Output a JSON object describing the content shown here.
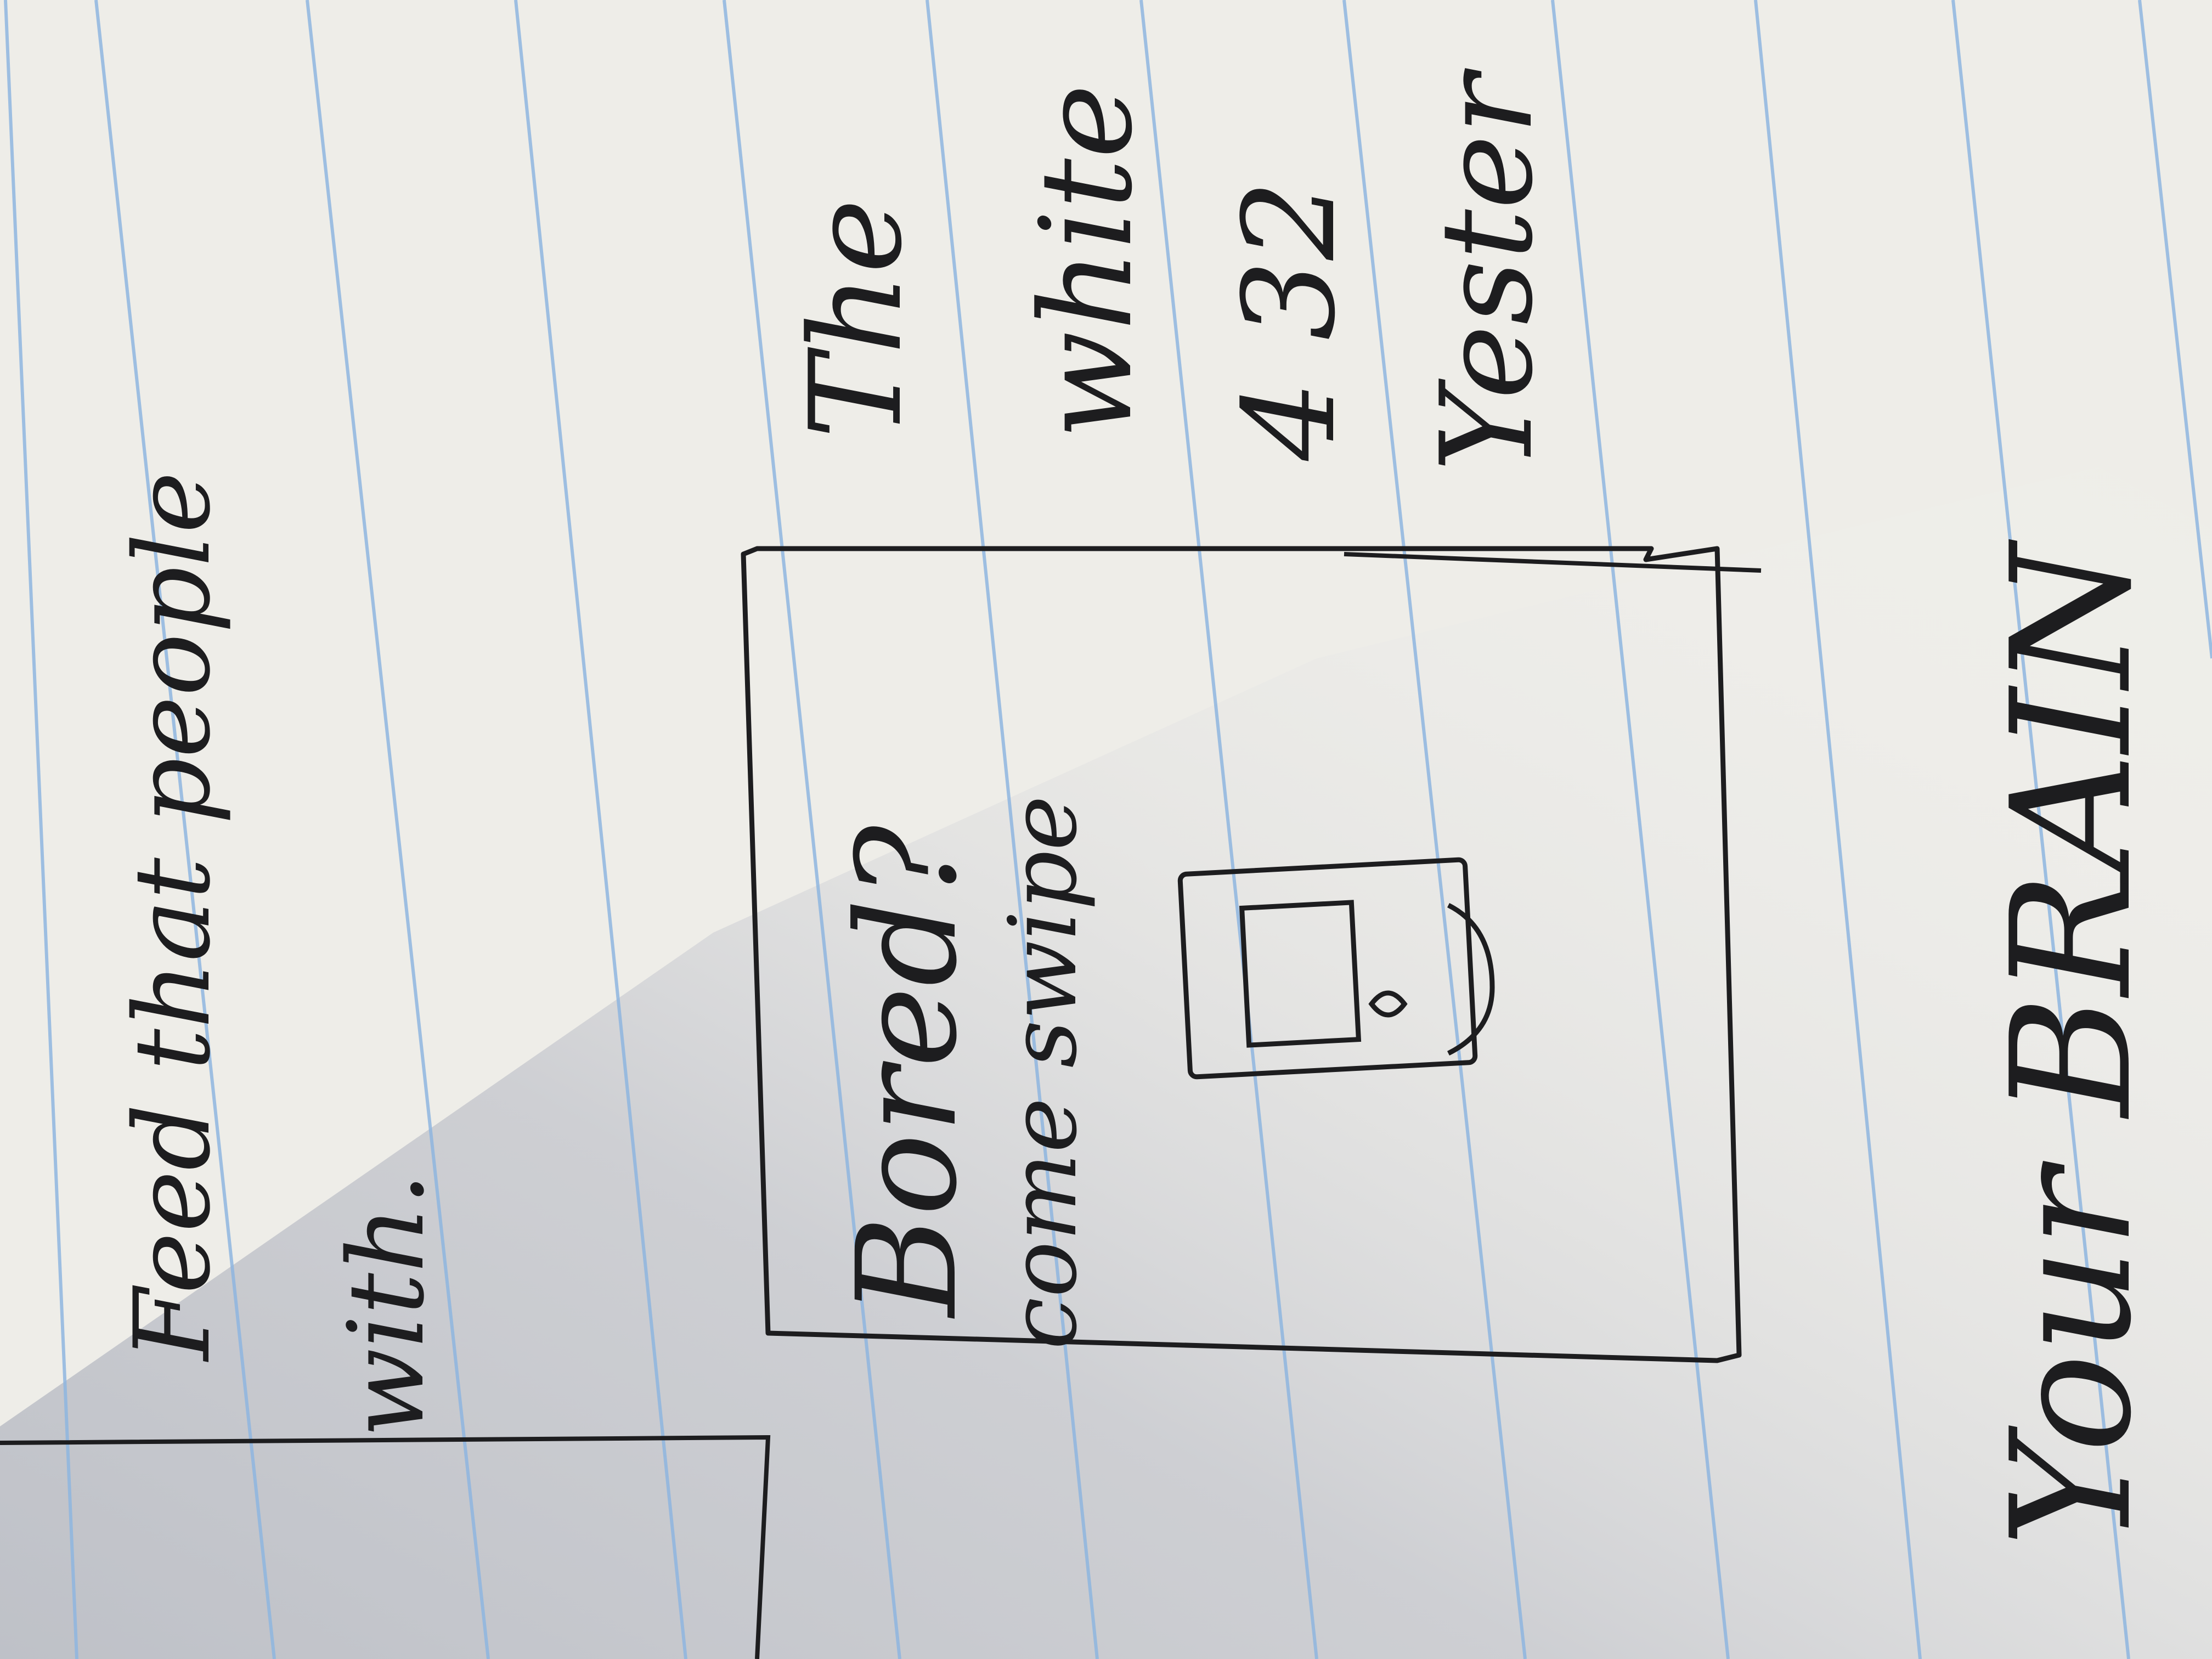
{
  "photo": {
    "subject": "handwritten sketch on lined notebook paper, page rotated 90 degrees",
    "paper_color": "#ecebe6",
    "shadow_color": "#bdbfc6",
    "rule_line_color": "#8fb6e0",
    "ink_color": "#1d1d1f"
  },
  "handwriting": {
    "top_lines": [
      "Feed that people",
      "with."
    ],
    "card_heading": "Bored?",
    "card_subline": "come swipe",
    "card_icon": "phone-sketch-icon",
    "right_column": [
      "The",
      "white",
      "4 32",
      "Yester"
    ],
    "bottom_line": "Your BRAIN"
  }
}
